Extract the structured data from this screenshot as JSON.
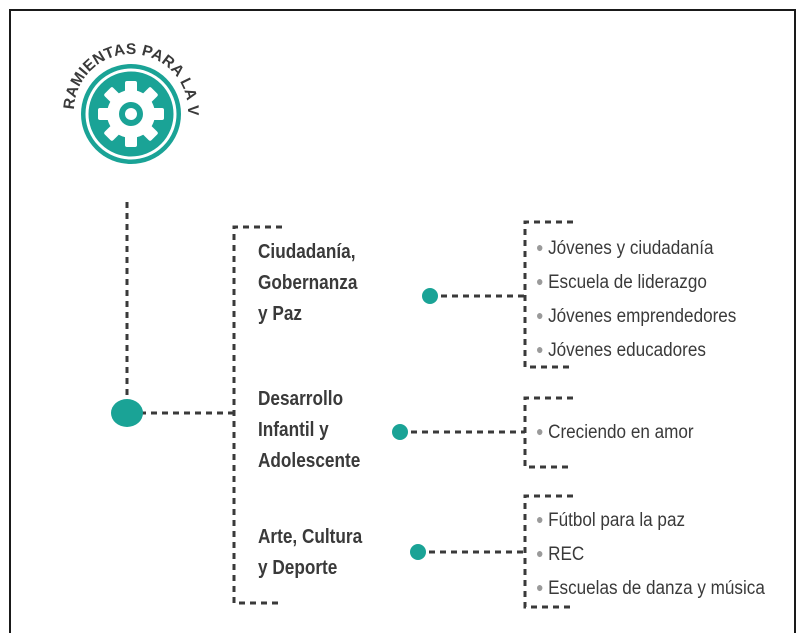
{
  "logo": {
    "text": "HERRAMIENTAS PARA LA VIDA",
    "icon": "gear-icon",
    "color": "#1aa396"
  },
  "colors": {
    "accent": "#1aa396",
    "text": "#3a3a3a",
    "line": "#3a3a3a"
  },
  "categories": [
    {
      "lines": [
        "Ciudadanía,",
        "Gobernanza",
        "y Paz"
      ],
      "items": [
        "Jóvenes y ciudadanía",
        "Escuela de liderazgo",
        "Jóvenes emprendedores",
        "Jóvenes educadores"
      ]
    },
    {
      "lines": [
        "Desarrollo",
        "Infantil y",
        "Adolescente"
      ],
      "items": [
        "Creciendo en amor"
      ]
    },
    {
      "lines": [
        "Arte, Cultura",
        "y Deporte"
      ],
      "items": [
        "Fútbol para la paz",
        "REC",
        "Escuelas de danza y música"
      ]
    }
  ]
}
